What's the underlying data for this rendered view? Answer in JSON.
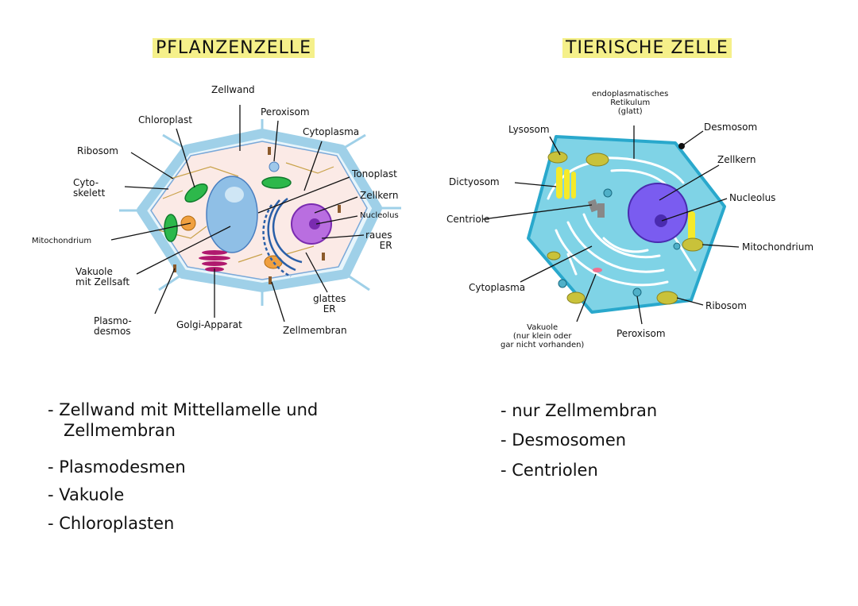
{
  "plant": {
    "title": "PFLANZENZELLE",
    "labels": {
      "zellwand": "Zellwand",
      "peroxisom": "Peroxisom",
      "chloroplast": "Chloroplast",
      "cytoplasma": "Cytoplasma",
      "ribosom": "Ribosom",
      "tonoplast": "Tonoplast",
      "cytoskelett": "Cyto-\nskelett",
      "zellkern": "Zellkern",
      "nucleolus": "Nucleolus",
      "mitochondrium": "Mitochondrium",
      "raues_er": "raues\nER",
      "vakuole": "Vakuole\nmit Zellsaft",
      "glattes_er": "glattes\nER",
      "plasmodesmos": "Plasmo-\ndesmos",
      "golgi": "Golgi-Apparat",
      "zellmembran": "Zellmembran"
    },
    "notes": [
      "- Zellwand mit Mittellamelle und\n   Zellmembran",
      "- Plasmodesmen",
      "- Vakuole",
      "- Chloroplasten"
    ]
  },
  "animal": {
    "title": "TIERISCHE  ZELLE",
    "labels": {
      "er": "endoplasmatisches\nRetikulum\n(glatt)",
      "lysosom": "Lysosom",
      "desmosom": "Desmosom",
      "zellkern": "Zellkern",
      "dictyosom": "Dictyosom",
      "nucleolus": "Nucleolus",
      "centriole": "Centriole",
      "mitochondrium": "Mitochondrium",
      "cytoplasma": "Cytoplasma",
      "ribosom": "Ribosom",
      "vakuole": "Vakuole\n(nur klein oder\ngar nicht vorhanden)",
      "peroxisom": "Peroxisom"
    },
    "notes": [
      "- nur Zellmembran",
      "- Desmosomen",
      "- Centriolen"
    ]
  },
  "colors": {
    "highlight": "#f5f08a",
    "cell_wall": "#bfe3f2",
    "plant_cytoplasm": "#fbeae6",
    "vacuole": "#8fbfe6",
    "chloroplast": "#2db84b",
    "nucleus": "#b96ee0",
    "nucleolus": "#7a2bb0",
    "golgi": "#b0196e",
    "mito_plant": "#f0a040",
    "animal_cytoplasm": "#7fd3e6",
    "animal_nucleus": "#7a5cf0",
    "mito_animal": "#c9c23a"
  }
}
